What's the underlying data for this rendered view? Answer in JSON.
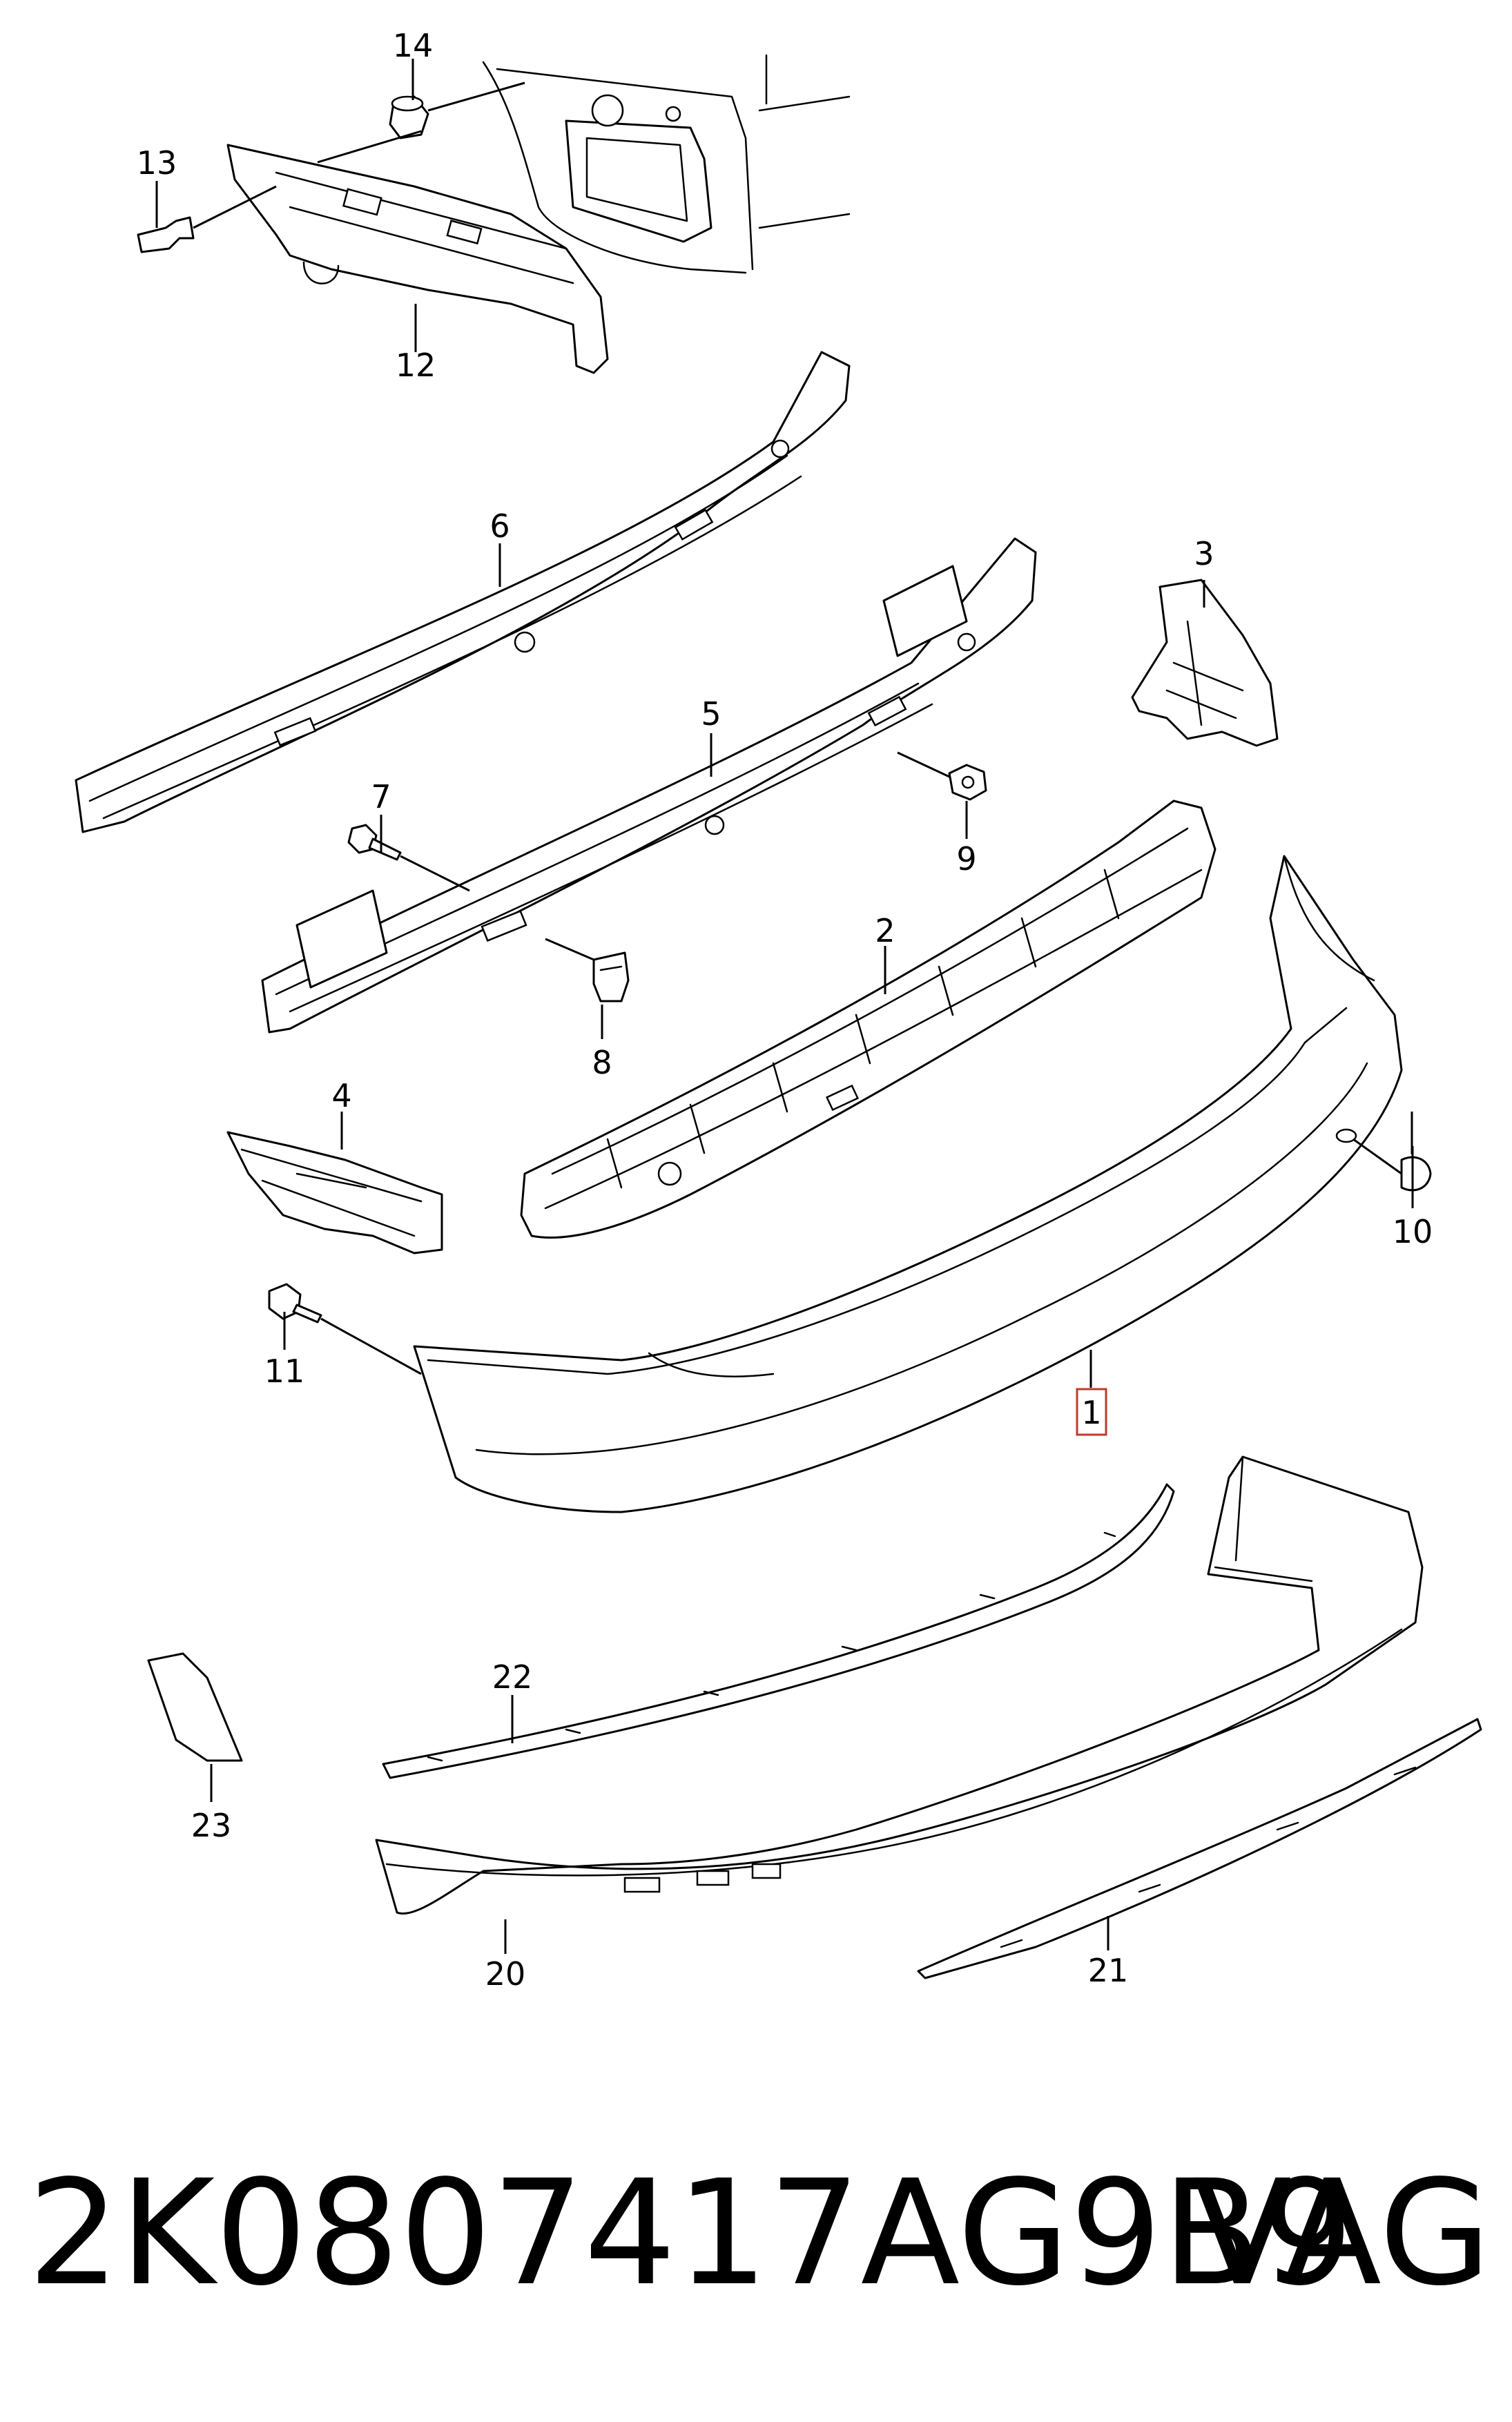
{
  "diagram": {
    "callouts": {
      "n1": "1",
      "n2": "2",
      "n3": "3",
      "n4": "4",
      "n5": "5",
      "n6": "6",
      "n7": "7",
      "n8": "8",
      "n9": "9",
      "n10": "10",
      "n11": "11",
      "n12": "12",
      "n13": "13",
      "n14": "14",
      "n20": "20",
      "n21": "21",
      "n22": "22",
      "n23": "23"
    },
    "highlighted_callout": "1",
    "highlight_color": "#c0392b"
  },
  "footer": {
    "part_number": "2K0807417AG9B9",
    "brand": "VAG"
  }
}
